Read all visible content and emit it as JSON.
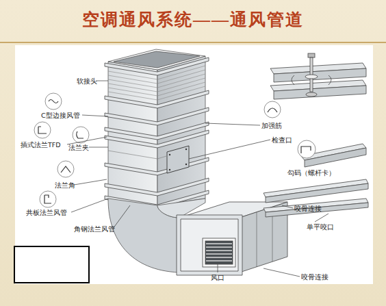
{
  "diagram": {
    "title": "空调通风系统——通风管道",
    "labels": [
      "软接头",
      "C型边接风管",
      "插式法兰TFD",
      "法兰夹",
      "法兰角",
      "共板法兰风管",
      "角钢法兰风管",
      "加强筋",
      "检查口",
      "勾码（螺杆卡）",
      "咬骨连接",
      "单平咬口",
      "风口",
      "咬骨连接"
    ]
  }
}
